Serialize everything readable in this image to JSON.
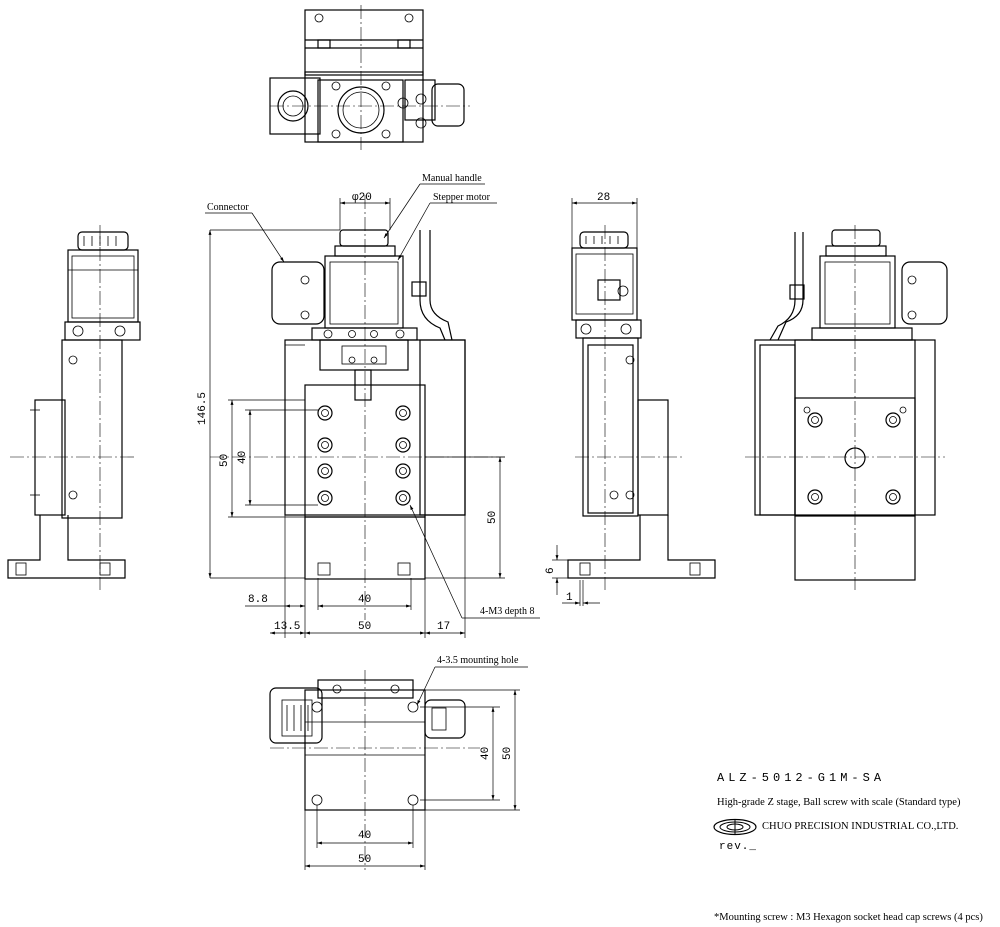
{
  "drawing": {
    "model": "ALZ-5012-G1M-SA",
    "description": "High-grade Z stage, Ball screw with scale (Standard type)",
    "company": "CHUO PRECISION INDUSTRIAL CO.,LTD.",
    "revision": "rev._",
    "footnote": "*Mounting screw : M3 Hexagon socket head cap screws (4 pcs)"
  },
  "callouts": {
    "manual_handle": "Manual handle",
    "stepper_motor": "Stepper motor",
    "connector": "Connector",
    "tapped_holes": "4-M3 depth 8",
    "mounting_holes": "4-3.5 mounting hole"
  },
  "dimensions": {
    "handle_diameter": "φ20",
    "total_height": "146.5",
    "left_50": "50",
    "left_40": "40",
    "right_50": "50",
    "offset_8_8": "8.8",
    "width_40": "40",
    "offset_13_5": "13.5",
    "width_50": "50",
    "offset_17": "17",
    "side_28": "28",
    "side_6": "6",
    "side_1": "1",
    "bottom_40_v": "40",
    "bottom_50_v": "50",
    "bottom_40_h": "40",
    "bottom_50_h": "50"
  }
}
